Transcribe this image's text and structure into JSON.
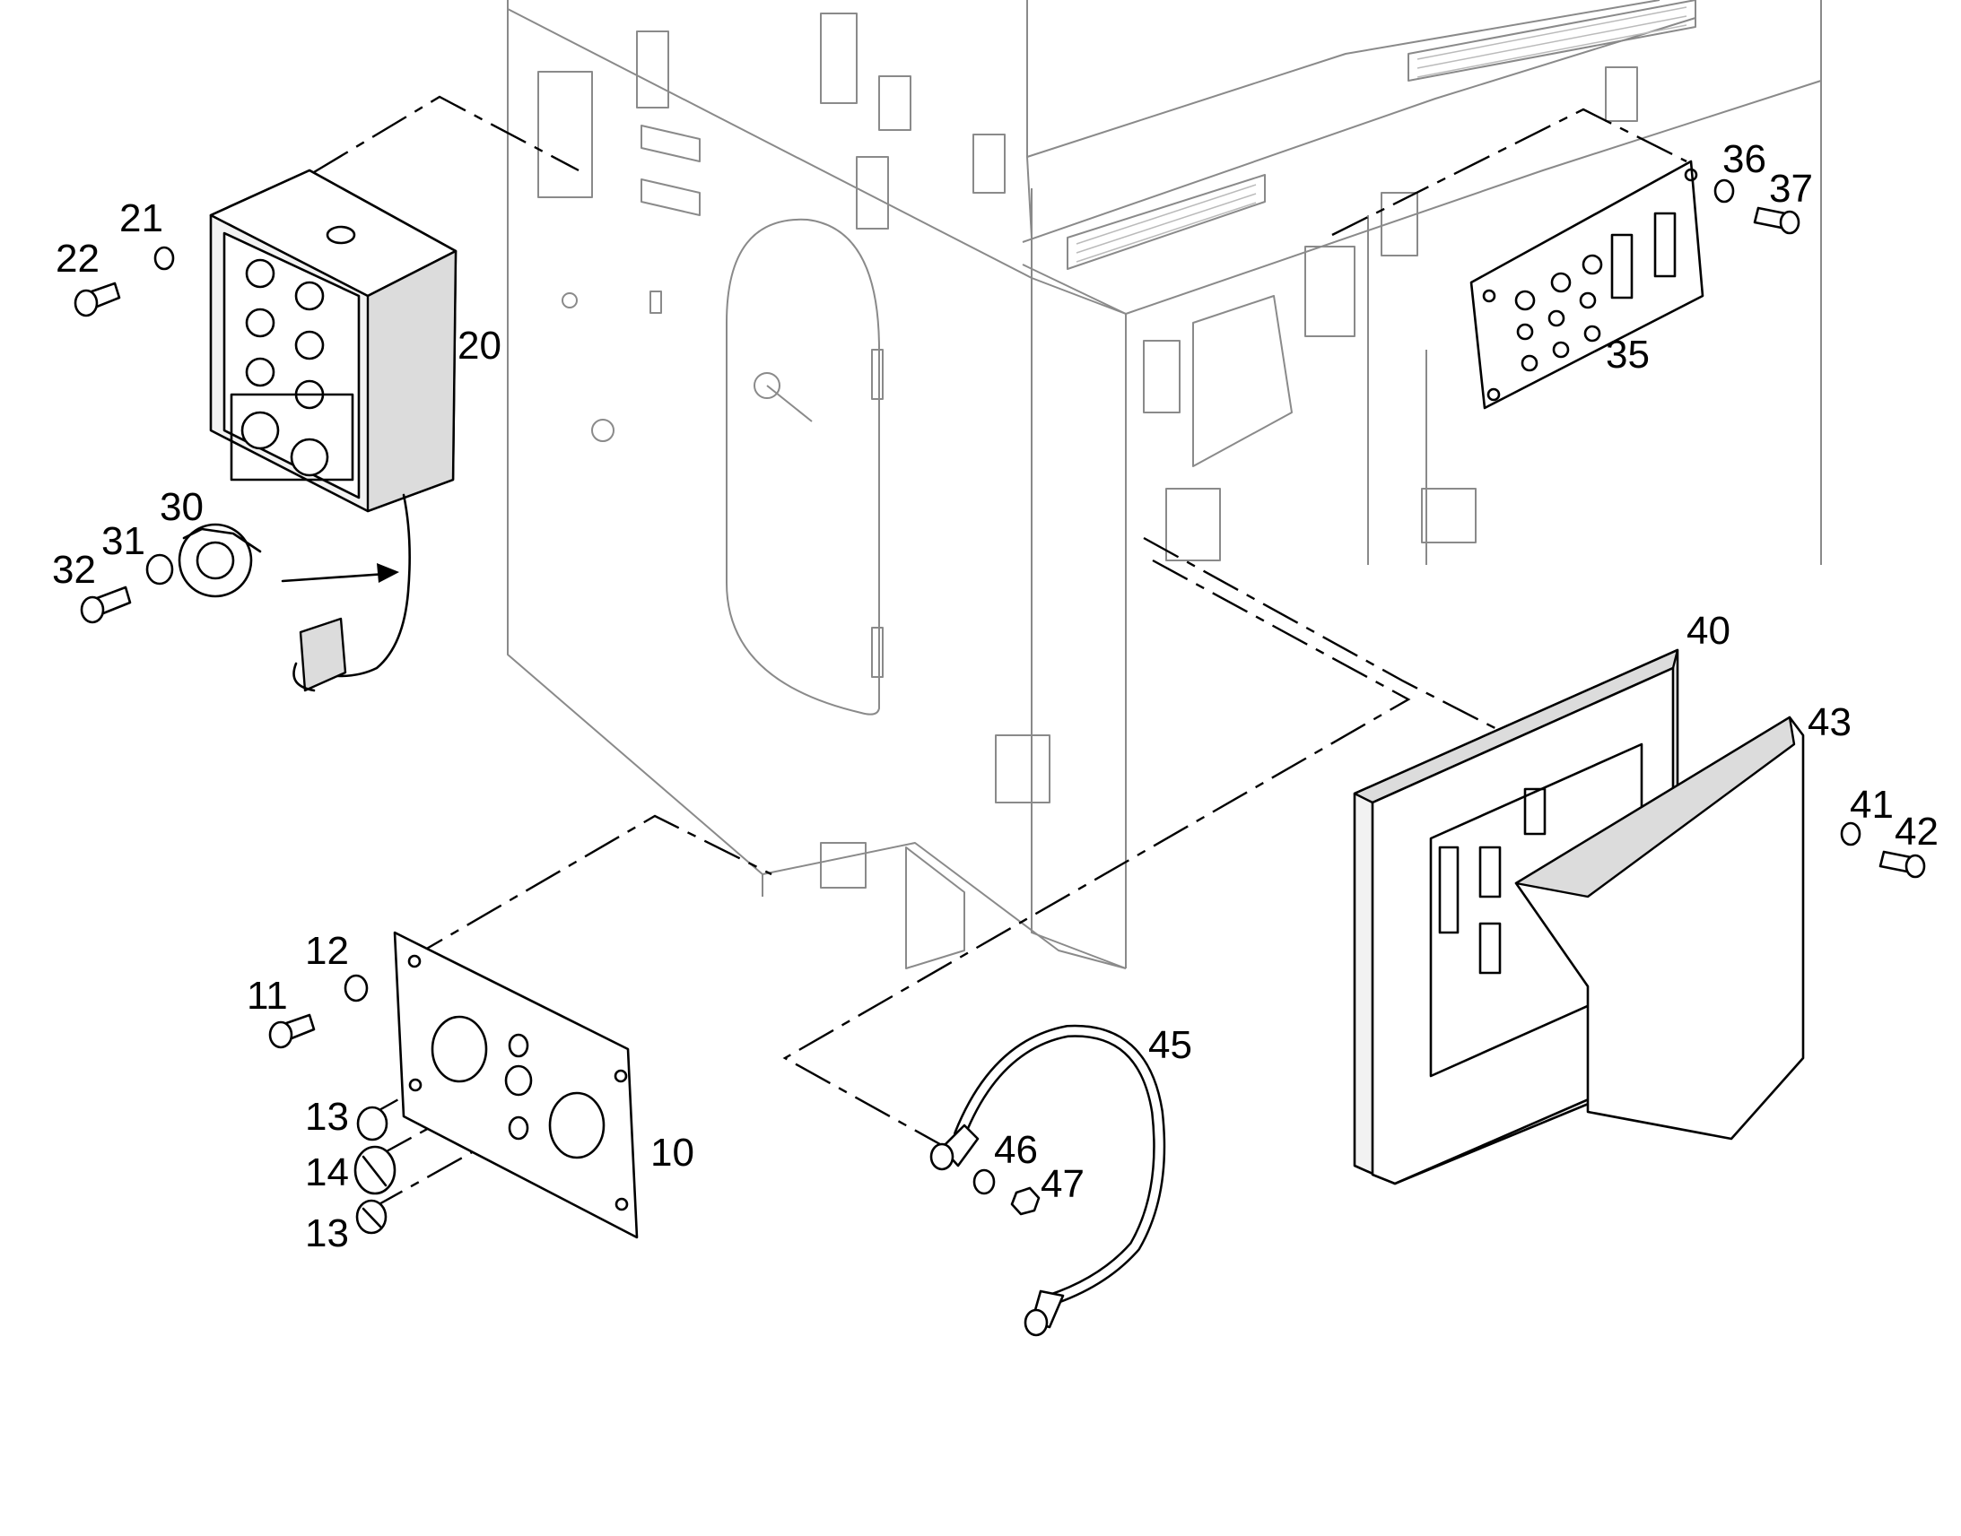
{
  "diagram": {
    "callouts": [
      {
        "id": "c10",
        "text": "10"
      },
      {
        "id": "c11",
        "text": "11"
      },
      {
        "id": "c12",
        "text": "12"
      },
      {
        "id": "c13a",
        "text": "13"
      },
      {
        "id": "c13b",
        "text": "13"
      },
      {
        "id": "c14",
        "text": "14"
      },
      {
        "id": "c20",
        "text": "20"
      },
      {
        "id": "c21",
        "text": "21"
      },
      {
        "id": "c22",
        "text": "22"
      },
      {
        "id": "c30",
        "text": "30"
      },
      {
        "id": "c31",
        "text": "31"
      },
      {
        "id": "c32",
        "text": "32"
      },
      {
        "id": "c35",
        "text": "35"
      },
      {
        "id": "c36",
        "text": "36"
      },
      {
        "id": "c37",
        "text": "37"
      },
      {
        "id": "c40",
        "text": "40"
      },
      {
        "id": "c41",
        "text": "41"
      },
      {
        "id": "c42",
        "text": "42"
      },
      {
        "id": "c43",
        "text": "43"
      },
      {
        "id": "c45",
        "text": "45"
      },
      {
        "id": "c46",
        "text": "46"
      },
      {
        "id": "c47",
        "text": "47"
      }
    ]
  }
}
